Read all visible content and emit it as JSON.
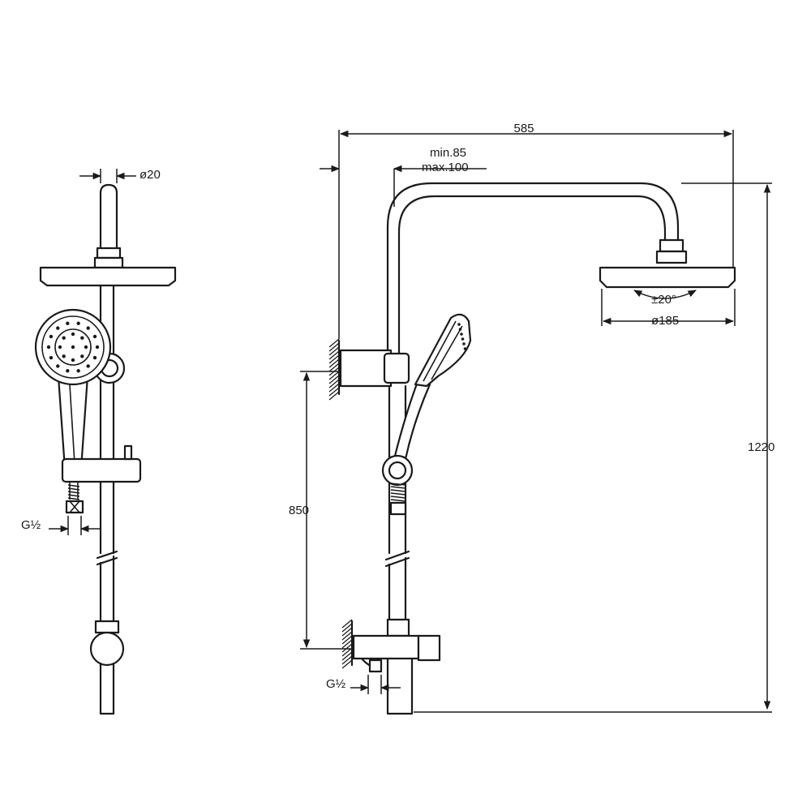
{
  "drawing": {
    "side_view": {
      "pipe_diameter": "ø20",
      "thread_left": "G½"
    },
    "front_view": {
      "overall_width": "585",
      "arm_offset_min": "min.85",
      "arm_offset_max": "max.100",
      "head_tilt": "±20°",
      "head_diameter": "ø185",
      "overall_height": "1220",
      "outlet_height": "850",
      "thread_right": "G½"
    }
  },
  "colors": {
    "line": "#1a1a1a",
    "background": "#ffffff"
  },
  "icons": [
    "hatch-wall-mount"
  ]
}
